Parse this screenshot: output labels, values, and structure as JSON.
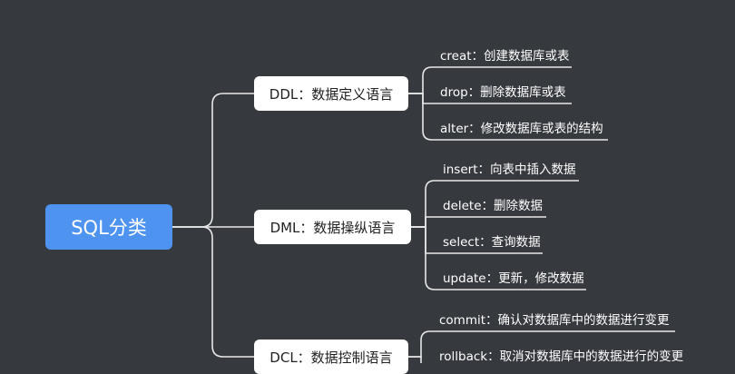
{
  "root": {
    "label": "SQL分类"
  },
  "branches": [
    {
      "label": "DDL：数据定义语言",
      "leaves": [
        "creat：创建数据库或表",
        "drop：删除数据库或表",
        "alter：修改数据库或表的结构"
      ]
    },
    {
      "label": "DML：数据操纵语言",
      "leaves": [
        "insert：向表中插入数据",
        "delete：删除数据",
        "select：查询数据",
        "update：更新，修改数据"
      ]
    },
    {
      "label": "DCL：数据控制语言",
      "leaves": [
        "commit：确认对数据库中的数据进行变更",
        "rollback：取消对数据库中的数据进行的变更"
      ]
    }
  ],
  "colors": {
    "background": "#36393e",
    "root_fill": "#4f93f1",
    "branch_fill": "#ffffff",
    "connector": "#e8e8e8"
  }
}
